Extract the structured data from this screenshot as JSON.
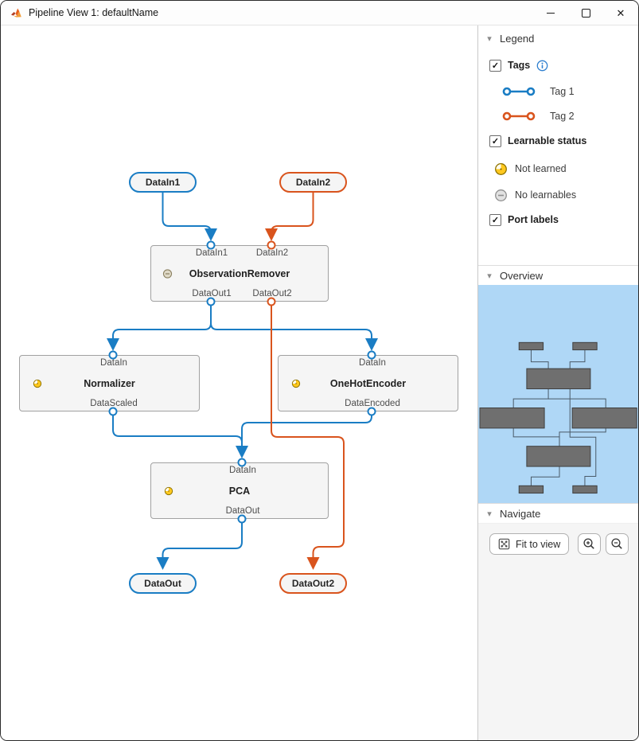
{
  "window": {
    "title": "Pipeline View 1: defaultName"
  },
  "icons": {
    "check": "✓",
    "collapse_arrow": "▾",
    "close": "✕",
    "minimize": "—",
    "maximize": "▢",
    "info": "i",
    "matlab_logo": "matlab-triangles",
    "not_learned": "yellow-clock",
    "no_learnables": "circle-minus",
    "fit_to_view": "expand-arrows",
    "zoom_in": "magnifier-plus",
    "zoom_out": "magnifier-minus"
  },
  "colors": {
    "tag1_blue": "#1A7DC4",
    "tag2_orange": "#D9541D",
    "node_fill": "#F5F5F5",
    "node_border": "#A1A1A1",
    "minimap_background": "#AFD7F6",
    "minimap_node": "#6F6F6F",
    "not_learned_yellow": "#FFC81F"
  },
  "pipeline": {
    "inputs": [
      {
        "label": "DataIn1",
        "tag": "Tag 1"
      },
      {
        "label": "DataIn2",
        "tag": "Tag 2"
      }
    ],
    "blocks": [
      {
        "title": "ObservationRemover",
        "status": "No learnables",
        "top_ports": [
          {
            "label": "DataIn1",
            "tag": "Tag 1"
          },
          {
            "label": "DataIn2",
            "tag": "Tag 2"
          }
        ],
        "bottom_ports": [
          {
            "label": "DataOut1",
            "tag": "Tag 1"
          },
          {
            "label": "DataOut2",
            "tag": "Tag 2"
          }
        ]
      },
      {
        "title": "Normalizer",
        "status": "Not learned",
        "top_ports": [
          {
            "label": "DataIn",
            "tag": "Tag 1"
          }
        ],
        "bottom_ports": [
          {
            "label": "DataScaled",
            "tag": "Tag 1"
          }
        ]
      },
      {
        "title": "OneHotEncoder",
        "status": "Not learned",
        "top_ports": [
          {
            "label": "DataIn",
            "tag": "Tag 1"
          }
        ],
        "bottom_ports": [
          {
            "label": "DataEncoded",
            "tag": "Tag 1"
          }
        ]
      },
      {
        "title": "PCA",
        "status": "Not learned",
        "top_ports": [
          {
            "label": "DataIn",
            "tag": "Tag 1"
          }
        ],
        "bottom_ports": [
          {
            "label": "DataOut",
            "tag": "Tag 1"
          }
        ]
      }
    ],
    "outputs": [
      {
        "label": "DataOut",
        "tag": "Tag 1"
      },
      {
        "label": "DataOut2",
        "tag": "Tag 2"
      }
    ]
  },
  "sidebar": {
    "legend": {
      "header": "Legend",
      "tags_label": "Tags",
      "tag1_label": "Tag 1",
      "tag2_label": "Tag 2",
      "learnable_label": "Learnable status",
      "not_learned_label": "Not learned",
      "no_learnables_label": "No learnables",
      "port_labels_label": "Port labels"
    },
    "overview": {
      "header": "Overview"
    },
    "navigate": {
      "header": "Navigate",
      "fit_label": "Fit to view"
    }
  }
}
